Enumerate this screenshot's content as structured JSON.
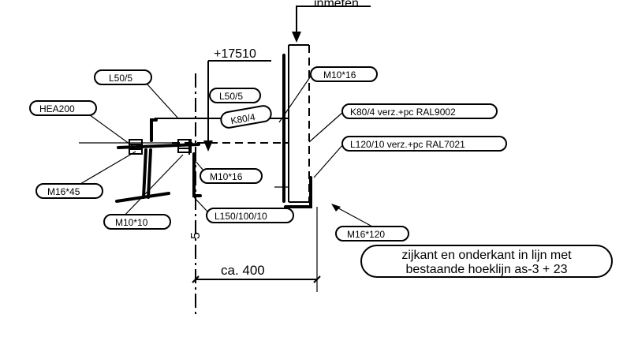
{
  "labels": {
    "top_text": "inmeten",
    "elevation": "+17510",
    "l50_5_a": "L50/5",
    "l50_5_b": "L50/5",
    "hea200": "HEA200",
    "k80_4_small": "K80/4",
    "m10_16_top": "M10*16",
    "k80_4_spec": "K80/4  verz.+pc RAL9002",
    "l120_10_spec": "L120/10  verz.+pc RAL7021",
    "m10_16_mid": "M10*16",
    "m16_45": "M16*45",
    "m10_10": "M10*10",
    "l150_100_10": "L150/100/10",
    "m16_120": "M16*120",
    "note_line1": "zijkant en onderkant in lijn met",
    "note_line2": "bestaande hoeklijn as-3 + 23",
    "dimension": "ca. 400",
    "axis_number": "5"
  }
}
